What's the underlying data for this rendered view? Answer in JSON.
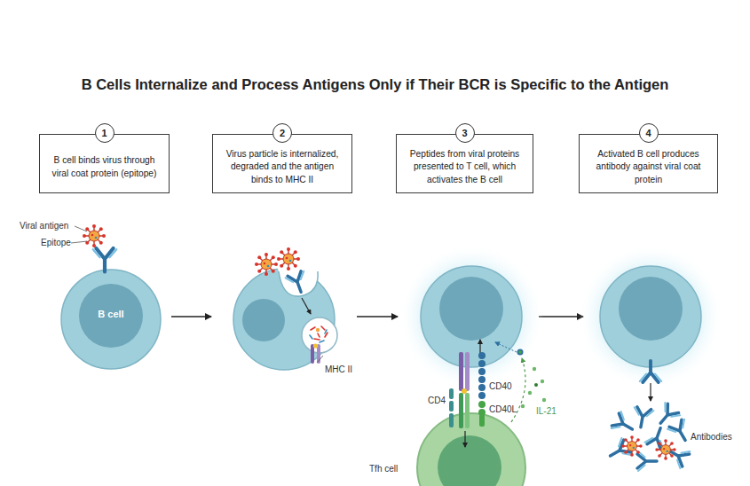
{
  "diagram": {
    "title": "B Cells Internalize and Process Antigens Only if Their BCR is Specific to the Antigen",
    "nodes": [
      {
        "text": [
          "1",
          "B cell binds virus through viral coat protein (epitope)"
        ]
      },
      {
        "text": [
          "2",
          "Virus particle is internalized, degraded and the antigen binds to MHC II"
        ]
      },
      {
        "text": [
          "3",
          "Peptides from viral proteins presented to T cell, which activates the B cell"
        ]
      },
      {
        "text": [
          "4",
          "Activated B cell produces antibody against viral coat protein"
        ]
      },
      {
        "text": [
          "B cell"
        ]
      },
      {
        "text": [
          "Tfh cell"
        ]
      }
    ],
    "labels": [
      "Viral antigen",
      "Epitope",
      "MHC II",
      "CD4",
      "CD40",
      "CD40L",
      "IL-21",
      "Antibodies"
    ]
  }
}
